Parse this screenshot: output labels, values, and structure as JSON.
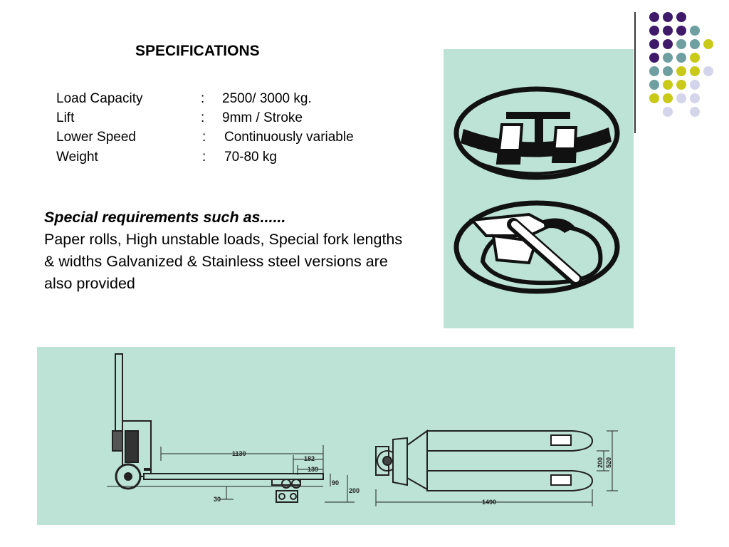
{
  "title": "SPECIFICATIONS",
  "specs": [
    {
      "label": "Load Capacity",
      "colon": ":",
      "value": "2500/ 3000 kg."
    },
    {
      "label": "Lift",
      "colon": ":",
      "value": "9mm / Stroke"
    },
    {
      "label": "Lower Speed",
      "colon": ":",
      "value": "Continuously variable"
    },
    {
      "label": "Weight",
      "colon": ":",
      "value": "70-80 kg"
    }
  ],
  "special": {
    "heading": "Special requirements such as......",
    "body": "Paper rolls, High unstable loads, Special fork lengths & widths Galvanized & Stainless steel versions are also provided"
  },
  "drawing": {
    "dim_1130": "1130",
    "dim_182": "182",
    "dim_139": "139",
    "dim_90": "90",
    "dim_200_side": "200",
    "dim_30": "30",
    "dim_200_top": "200",
    "dim_520": "520",
    "dim_1490": "1490"
  },
  "colors": {
    "panel": "#bde3d6",
    "dot_purple": "#3f1a6b",
    "dot_teal": "#6f9fa0",
    "dot_yellow": "#c9c91a",
    "dot_lavender": "#d4d4ea"
  }
}
